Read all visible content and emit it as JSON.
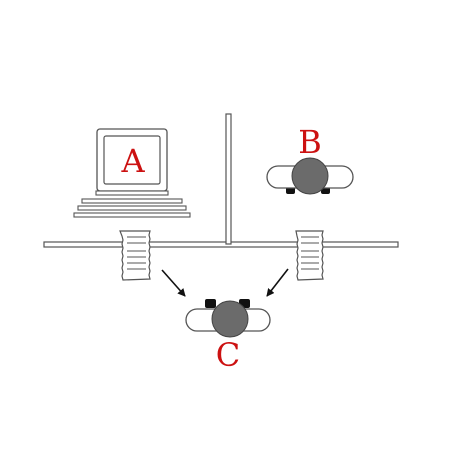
{
  "labels": {
    "computer": "A",
    "person_top": "B",
    "person_bottom": "C"
  },
  "colors": {
    "label": "#cc1111",
    "stroke": "#555555",
    "head": "#6b6b6b",
    "feet": "#111111"
  },
  "icons": [
    "computer-icon",
    "person-icon",
    "paper-sheet-icon",
    "arrow-icon"
  ]
}
